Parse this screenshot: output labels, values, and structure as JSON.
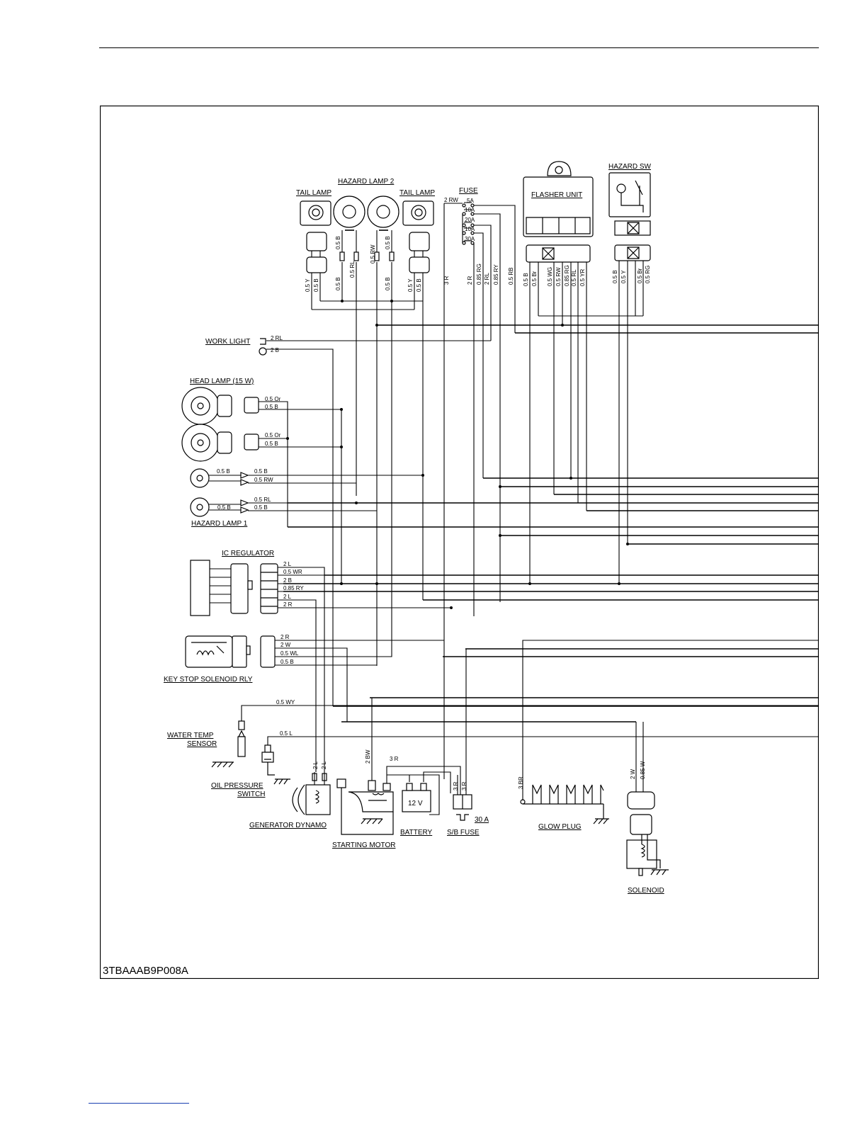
{
  "figure_id": "3TBAAAB9P008A",
  "components": {
    "tail_lamp_left": "TAIL LAMP",
    "hazard_lamp_2": "HAZARD LAMP 2",
    "tail_lamp_right": "TAIL LAMP",
    "fuse": "FUSE",
    "flasher_unit": "FLASHER UNIT",
    "hazard_sw": "HAZARD SW",
    "work_light": "WORK LIGHT",
    "head_lamp": "HEAD LAMP (15 W)",
    "hazard_lamp_1": "HAZARD LAMP 1",
    "ic_regulator": "IC REGULATOR",
    "key_stop_solenoid_rly": "KEY STOP SOLENOID RLY",
    "water_temp_sensor_1": "WATER TEMP",
    "water_temp_sensor_2": "SENSOR",
    "oil_pressure_switch_1": "OIL PRESSURE",
    "oil_pressure_switch_2": "SWITCH",
    "generator_dynamo": "GENERATOR DYNAMO",
    "starting_motor": "STARTING MOTOR",
    "battery": "BATTERY",
    "battery_voltage": "12 V",
    "sb_fuse": "S/B FUSE",
    "sb_fuse_rating": "30 A",
    "glow_plug": "GLOW PLUG",
    "solenoid": "SOLENOID"
  },
  "fuse_ratings": [
    "5A",
    "10A",
    "20A",
    "10A",
    "30A"
  ],
  "wires": {
    "tail_l_1": "0.5 Y",
    "tail_l_2": "0.5 B",
    "hz2_a_top": "0.5 B",
    "hz2_a_bot": "0.5 B",
    "hz2_b_top": "0.5 RL",
    "hz2_c_top": "0.5 RW",
    "hz2_d_top": "0.5 B",
    "hz2_d_bot": "0.5 B",
    "tail_r_1": "0.5 Y",
    "tail_r_2": "0.5 B",
    "fuse_in": "2 RW",
    "fuse_v1": "3 R",
    "fuse_v2": "2 R",
    "fuse_v3": "0.85 RG",
    "fuse_v4": "2 RL",
    "fuse_v5": "0.85 RY",
    "fuse_v6": "0.5 RB",
    "fl_1": "0.5 B",
    "fl_2": "0.5 Br",
    "fl_3": "0.5 WG",
    "fl_4": "0.5 RW",
    "fl_5": "0.85 RG",
    "fl_6": "0.5 RL",
    "fl_7": "0.5 YR",
    "hs_1": "0.5 B",
    "hs_2": "0.5 Y",
    "hs_3": "0.5 Br",
    "hs_4": "0.5 RG",
    "work_1": "2 RL",
    "work_2": "2 B",
    "head1_1": "0.5 Or",
    "head1_2": "0.5 B",
    "head2_1": "0.5 Or",
    "head2_2": "0.5 B",
    "hz1a_in": "0.5 B",
    "hz1a_1": "0.5 B",
    "hz1a_2": "0.5 RW",
    "hz1b_1": "0.5 RL",
    "hz1b_in": "0.5 B",
    "hz1b_2": "0.5 B",
    "ic_1": "2 L",
    "ic_2": "0.5 WR",
    "ic_3": "2 B",
    "ic_4": "0.85 RY",
    "ic_5": "2 L",
    "ic_6": "2 R",
    "ks_1": "2 R",
    "ks_2": "2 W",
    "ks_3": "0.5 WL",
    "ks_4": "0.5 B",
    "water_temp": "0.5 WY",
    "oil_pressure": "0.5 L",
    "gen_1": "2 L",
    "gen_2": "2 L",
    "starter_in": "2 BW",
    "starter_bat": "3 R",
    "sb_1": "3 R",
    "sb_2": "3 R",
    "glow": "3 BR",
    "sol_1": "2 W",
    "sol_2": "0.85 W"
  }
}
